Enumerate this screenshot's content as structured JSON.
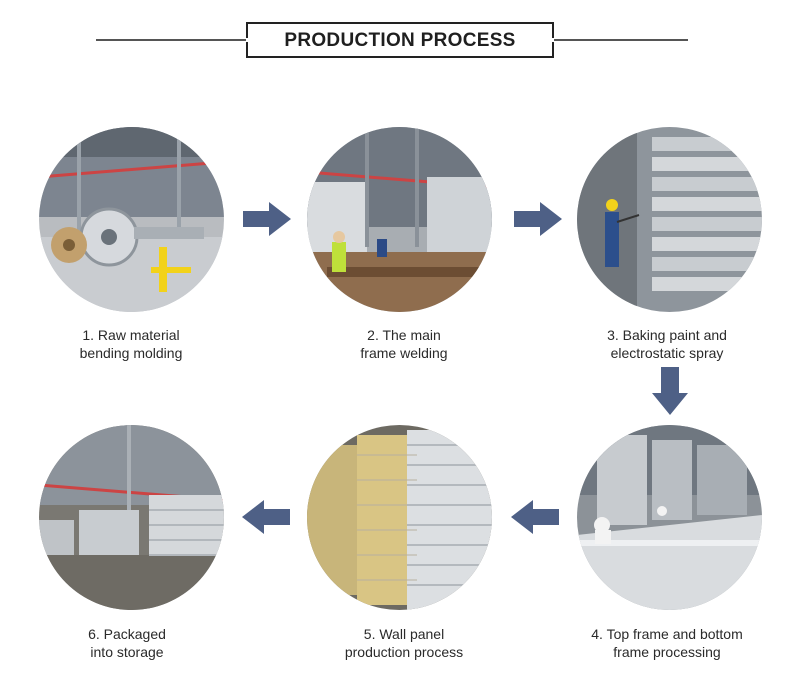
{
  "header": {
    "title": "PRODUCTION PROCESS"
  },
  "steps": [
    {
      "line1": "1. Raw material",
      "line2": "bending molding"
    },
    {
      "line1": "2. The main",
      "line2": "frame welding"
    },
    {
      "line1": "3. Baking paint and",
      "line2": "electrostatic spray"
    },
    {
      "line1": "4. Top frame and bottom",
      "line2": "frame processing"
    },
    {
      "line1": "5. Wall panel",
      "line2": "production process"
    },
    {
      "line1": "6. Packaged",
      "line2": "into storage"
    }
  ],
  "colors": {
    "arrow": "#4e6086",
    "rule": "#555555",
    "text": "#2a2a2a"
  },
  "icons": {
    "arrow_right": "arrow-right-icon",
    "arrow_down": "arrow-down-icon",
    "arrow_left": "arrow-left-icon"
  }
}
